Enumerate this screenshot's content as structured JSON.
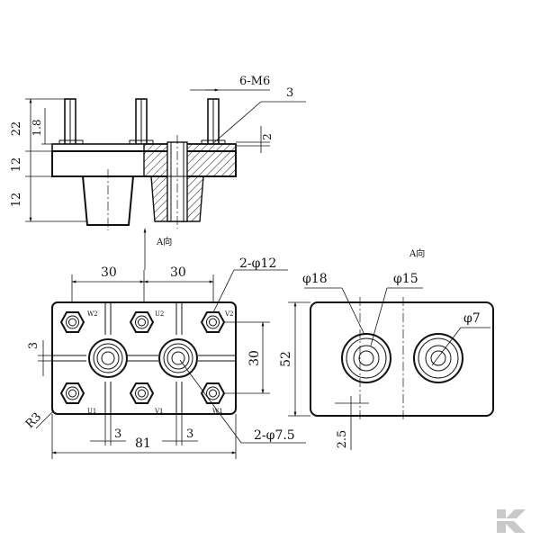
{
  "dimensions": {
    "thread": "6-M6",
    "gap_top": "3",
    "h22": "22",
    "h1_8": "1.8",
    "h12a": "12",
    "h12b": "12",
    "h2": "2",
    "view_arrow": "A向",
    "w30a": "30",
    "w30b": "30",
    "hole12": "2-φ12",
    "h30": "30",
    "h3": "3",
    "r3": "R3",
    "w81": "81",
    "w3a": "3",
    "w3b": "3",
    "hole7_5": "2-φ7.5",
    "view_a": "A向",
    "d18": "φ18",
    "d15": "φ15",
    "d7": "φ7",
    "h52": "52",
    "h2_5": "2.5"
  },
  "terminals": {
    "w2": "W2",
    "u2": "U2",
    "v2": "V2",
    "u1": "U1",
    "v1": "V1",
    "w1": "W1"
  },
  "colors": {
    "line": "#111111",
    "logo": "#c9c9c9"
  }
}
